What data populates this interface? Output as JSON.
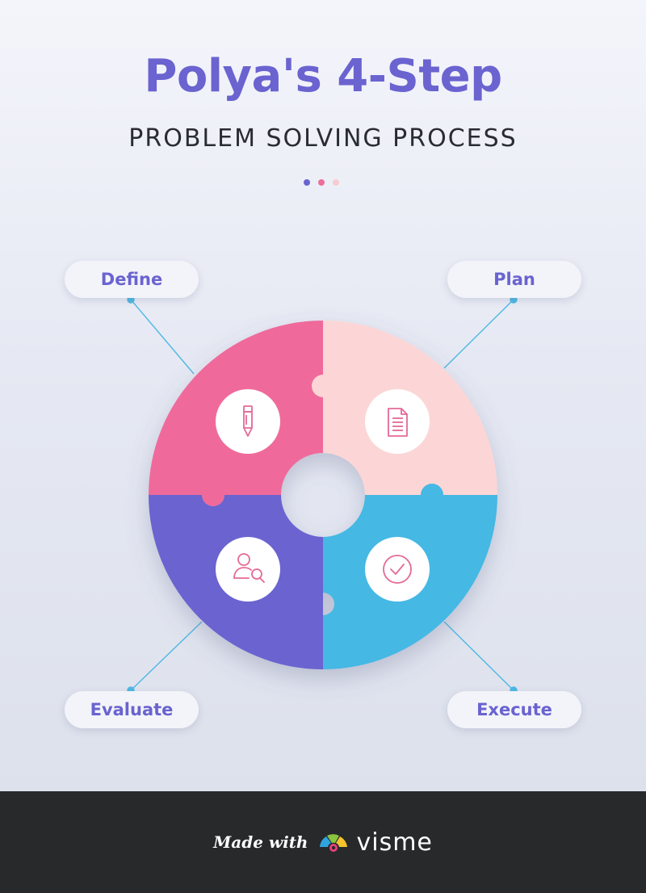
{
  "header": {
    "title": "Polya's 4-Step",
    "subtitle": "PROBLEM SOLVING PROCESS"
  },
  "steps": [
    {
      "label": "Define",
      "color": "#ef6b9b",
      "icon": "pencil-icon"
    },
    {
      "label": "Plan",
      "color": "#fcd6d6",
      "icon": "document-icon"
    },
    {
      "label": "Evaluate",
      "color": "#6a63d0",
      "icon": "user-search-icon"
    },
    {
      "label": "Execute",
      "color": "#45b8e4",
      "icon": "check-circle-icon"
    }
  ],
  "colors": {
    "accent": "#6a63d0",
    "connector": "#4fb8e3",
    "icon_stroke": "#e46a97"
  },
  "footer": {
    "made_with": "Made with",
    "brand": "visme"
  }
}
